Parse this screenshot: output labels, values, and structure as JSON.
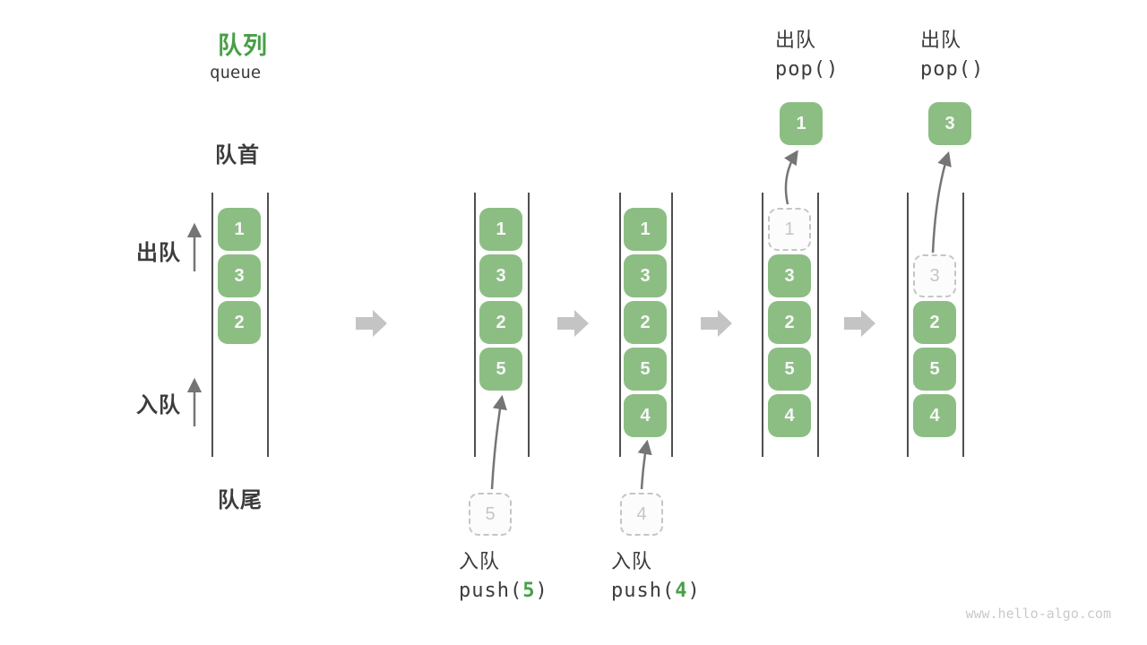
{
  "title": {
    "cn": "队列",
    "en": "queue"
  },
  "side_labels": {
    "front": "队首",
    "dequeue": "出队",
    "enqueue": "入队",
    "rear": "队尾"
  },
  "watermark": "www.hello-algo.com",
  "colors": {
    "box_green": "#8CBE84",
    "accent_green": "#46A046",
    "text_dark": "#3C3C3C",
    "ghost_gray": "#C5C5C5",
    "queue_line": "#4F4F4F",
    "thin_arrow": "#757575",
    "block_arrow": "#C4C4C4",
    "watermark_gray": "#C9C9C9",
    "cell_text": "#F8F8F8"
  },
  "states": [
    {
      "name": "initial",
      "cells": [
        {
          "v": "1",
          "row": 0
        },
        {
          "v": "3",
          "row": 1
        },
        {
          "v": "2",
          "row": 2
        }
      ]
    },
    {
      "name": "push-5",
      "cells": [
        {
          "v": "1",
          "row": 0
        },
        {
          "v": "3",
          "row": 1
        },
        {
          "v": "2",
          "row": 2
        },
        {
          "v": "5",
          "row": 3
        }
      ],
      "incoming": "5",
      "caption": {
        "label": "入队",
        "prefix": "push(",
        "arg": "5",
        "suffix": ")"
      }
    },
    {
      "name": "push-4",
      "cells": [
        {
          "v": "1",
          "row": 0
        },
        {
          "v": "3",
          "row": 1
        },
        {
          "v": "2",
          "row": 2
        },
        {
          "v": "5",
          "row": 3
        },
        {
          "v": "4",
          "row": 4
        }
      ],
      "incoming": "4",
      "caption": {
        "label": "入队",
        "prefix": "push(",
        "arg": "4",
        "suffix": ")"
      }
    },
    {
      "name": "pop-1",
      "cells": [
        {
          "v": "1",
          "row": 0,
          "ghost": true
        },
        {
          "v": "3",
          "row": 1
        },
        {
          "v": "2",
          "row": 2
        },
        {
          "v": "5",
          "row": 3
        },
        {
          "v": "4",
          "row": 4
        }
      ],
      "popped": "1",
      "caption": {
        "label": "出队",
        "prefix": "pop(",
        "arg": "",
        "suffix": ")"
      }
    },
    {
      "name": "pop-3",
      "cells": [
        {
          "v": "3",
          "row": 1,
          "ghost": true
        },
        {
          "v": "2",
          "row": 2
        },
        {
          "v": "5",
          "row": 3
        },
        {
          "v": "4",
          "row": 4
        }
      ],
      "popped": "3",
      "caption": {
        "label": "出队",
        "prefix": "pop(",
        "arg": "",
        "suffix": ")"
      }
    }
  ]
}
